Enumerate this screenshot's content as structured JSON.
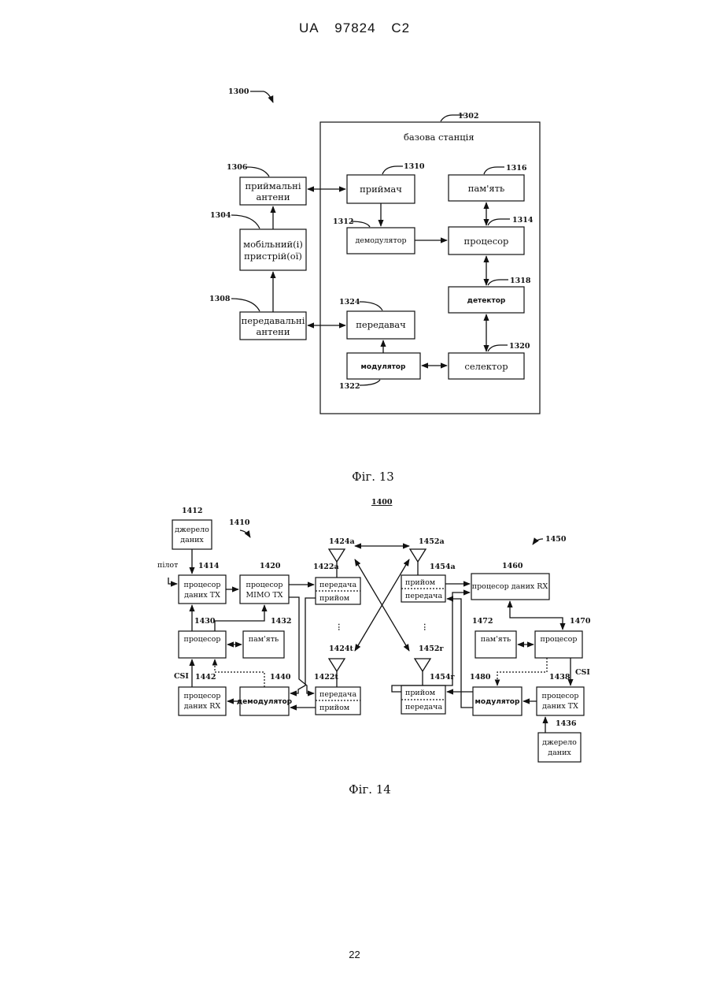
{
  "header": {
    "country": "UA",
    "number": "97824",
    "kind": "C2"
  },
  "page_number": "22",
  "fig13": {
    "caption": "Фіг. 13",
    "refs": {
      "r1300": "1300",
      "r1302": "1302",
      "r1306": "1306",
      "r1304": "1304",
      "r1308": "1308",
      "r1310": "1310",
      "r1312": "1312",
      "r1314": "1314",
      "r1316": "1316",
      "r1318": "1318",
      "r1320": "1320",
      "r1322": "1322",
      "r1324": "1324"
    },
    "base_station": "базова станція",
    "rx_antennas": [
      "приймальні",
      "антени"
    ],
    "mobile": [
      "мобільний(і)",
      "пристрій(ої)"
    ],
    "tx_antennas": [
      "передавальні",
      "антени"
    ],
    "receiver": "приймач",
    "demodulator": "демодулятор",
    "memory": "пам'ять",
    "processor": "процесор",
    "detector": "детектор",
    "transmitter": "передавач",
    "modulator": "модулятор",
    "selector": "селектор"
  },
  "fig14": {
    "caption": "Фіг. 14",
    "title": "1400",
    "refs": {
      "r1410": "1410",
      "r1412": "1412",
      "r1414": "1414",
      "r1420": "1420",
      "r1422a": "1422a",
      "r1422t": "1422t",
      "r1424a": "1424a",
      "r1424t": "1424t",
      "r1430": "1430",
      "r1432": "1432",
      "r1436": "1436",
      "r1438": "1438",
      "r1440": "1440",
      "r1442": "1442",
      "r1450": "1450",
      "r1452a": "1452a",
      "r1452r": "1452r",
      "r1454a": "1454a",
      "r1454r": "1454r",
      "r1460": "1460",
      "r1470": "1470",
      "r1472": "1472",
      "r1480": "1480"
    },
    "data_source": [
      "джерело",
      "даних"
    ],
    "pilot": "пілот",
    "tx_data_proc": [
      "процесор",
      "даних TX"
    ],
    "mimo_tx": [
      "процесор",
      "MIMO TX"
    ],
    "transmit": "передача",
    "receive": "прийом",
    "processor": "процесор",
    "memory": "пам'ять",
    "csi": "CSI",
    "rx_data_proc": [
      "процесор",
      "даних RX"
    ],
    "demodulator": "демодулятор",
    "rx_data_proc_long": "процесор даних RX",
    "modulator": "модулятор",
    "ellipsis": "⋮"
  }
}
